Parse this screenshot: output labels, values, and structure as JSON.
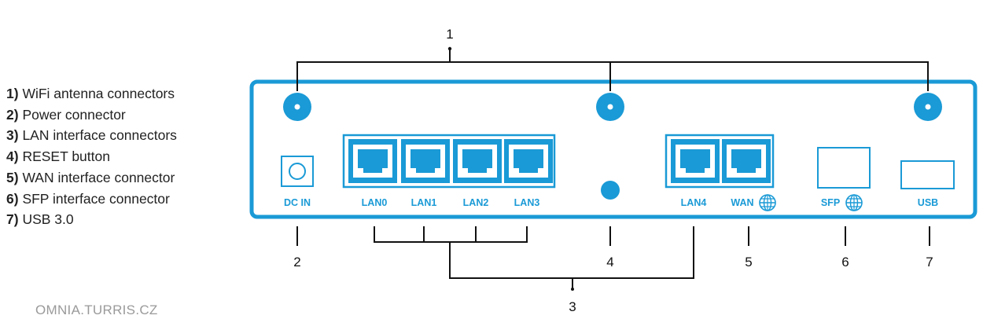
{
  "colors": {
    "accent": "#1a9ad6",
    "line": "#111111",
    "text": "#222222",
    "watermark": "#9a9a9a"
  },
  "legend": [
    {
      "num": "1)",
      "text": "WiFi antenna connectors"
    },
    {
      "num": "2)",
      "text": "Power connector"
    },
    {
      "num": "3)",
      "text": "LAN interface connectors"
    },
    {
      "num": "4)",
      "text": "RESET button"
    },
    {
      "num": "5)",
      "text": "WAN interface connector"
    },
    {
      "num": "6)",
      "text": "SFP interface connector"
    },
    {
      "num": "7)",
      "text": "USB 3.0"
    }
  ],
  "watermark": "OMNIA.TURRIS.CZ",
  "callouts": {
    "c1": "1",
    "c2": "2",
    "c3": "3",
    "c4": "4",
    "c5": "5",
    "c6": "6",
    "c7": "7"
  },
  "ports": {
    "dcin": "DC IN",
    "lan0": "LAN0",
    "lan1": "LAN1",
    "lan2": "LAN2",
    "lan3": "LAN3",
    "lan4": "LAN4",
    "wan": "WAN",
    "sfp": "SFP",
    "usb": "USB"
  },
  "icons": {
    "antenna": "antenna-connector-icon",
    "globe": "globe-icon",
    "rj45": "ethernet-port-icon"
  }
}
